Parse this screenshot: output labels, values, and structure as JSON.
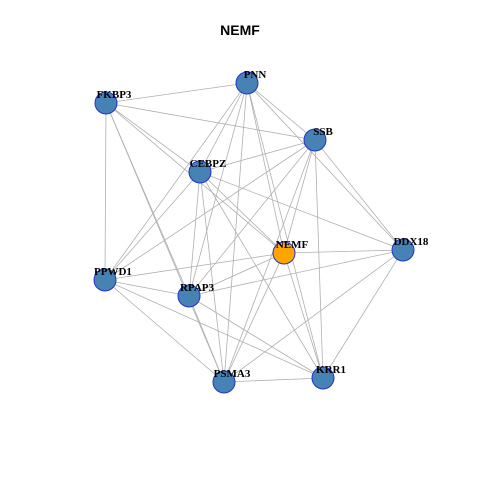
{
  "title": "NEMF",
  "colors": {
    "node_default": "#4682b4",
    "node_focus": "#ffa500",
    "node_border": "#2233cc",
    "edge": "#b0b0b0"
  },
  "nodes": [
    {
      "id": "PNN",
      "label": "PNN",
      "focus": false
    },
    {
      "id": "FKBP3",
      "label": "FKBP3",
      "focus": false
    },
    {
      "id": "SSB",
      "label": "SSB",
      "focus": false
    },
    {
      "id": "CEBPZ",
      "label": "CEBPZ",
      "focus": false
    },
    {
      "id": "NEMF",
      "label": "NEMF",
      "focus": true
    },
    {
      "id": "DDX18",
      "label": "DDX18",
      "focus": false
    },
    {
      "id": "PPWD1",
      "label": "PPWD1",
      "focus": false
    },
    {
      "id": "RPAP3",
      "label": "RPAP3",
      "focus": false
    },
    {
      "id": "PSMA3",
      "label": "PSMA3",
      "focus": false
    },
    {
      "id": "KRR1",
      "label": "KRR1",
      "focus": false
    }
  ],
  "edges": [
    [
      "PNN",
      "FKBP3"
    ],
    [
      "PNN",
      "SSB"
    ],
    [
      "PNN",
      "CEBPZ"
    ],
    [
      "PNN",
      "NEMF"
    ],
    [
      "PNN",
      "PPWD1"
    ],
    [
      "PNN",
      "RPAP3"
    ],
    [
      "PNN",
      "PSMA3"
    ],
    [
      "PNN",
      "KRR1"
    ],
    [
      "PNN",
      "DDX18"
    ],
    [
      "FKBP3",
      "SSB"
    ],
    [
      "FKBP3",
      "CEBPZ"
    ],
    [
      "FKBP3",
      "NEMF"
    ],
    [
      "FKBP3",
      "PPWD1"
    ],
    [
      "FKBP3",
      "RPAP3"
    ],
    [
      "FKBP3",
      "PSMA3"
    ],
    [
      "SSB",
      "CEBPZ"
    ],
    [
      "SSB",
      "NEMF"
    ],
    [
      "SSB",
      "DDX18"
    ],
    [
      "SSB",
      "PPWD1"
    ],
    [
      "SSB",
      "RPAP3"
    ],
    [
      "SSB",
      "PSMA3"
    ],
    [
      "SSB",
      "KRR1"
    ],
    [
      "CEBPZ",
      "NEMF"
    ],
    [
      "CEBPZ",
      "DDX18"
    ],
    [
      "CEBPZ",
      "PPWD1"
    ],
    [
      "CEBPZ",
      "RPAP3"
    ],
    [
      "CEBPZ",
      "PSMA3"
    ],
    [
      "CEBPZ",
      "KRR1"
    ],
    [
      "NEMF",
      "DDX18"
    ],
    [
      "NEMF",
      "PPWD1"
    ],
    [
      "NEMF",
      "RPAP3"
    ],
    [
      "NEMF",
      "PSMA3"
    ],
    [
      "NEMF",
      "KRR1"
    ],
    [
      "DDX18",
      "RPAP3"
    ],
    [
      "DDX18",
      "PSMA3"
    ],
    [
      "DDX18",
      "KRR1"
    ],
    [
      "PPWD1",
      "RPAP3"
    ],
    [
      "PPWD1",
      "PSMA3"
    ],
    [
      "PPWD1",
      "KRR1"
    ],
    [
      "RPAP3",
      "PSMA3"
    ],
    [
      "RPAP3",
      "KRR1"
    ],
    [
      "PSMA3",
      "KRR1"
    ]
  ]
}
